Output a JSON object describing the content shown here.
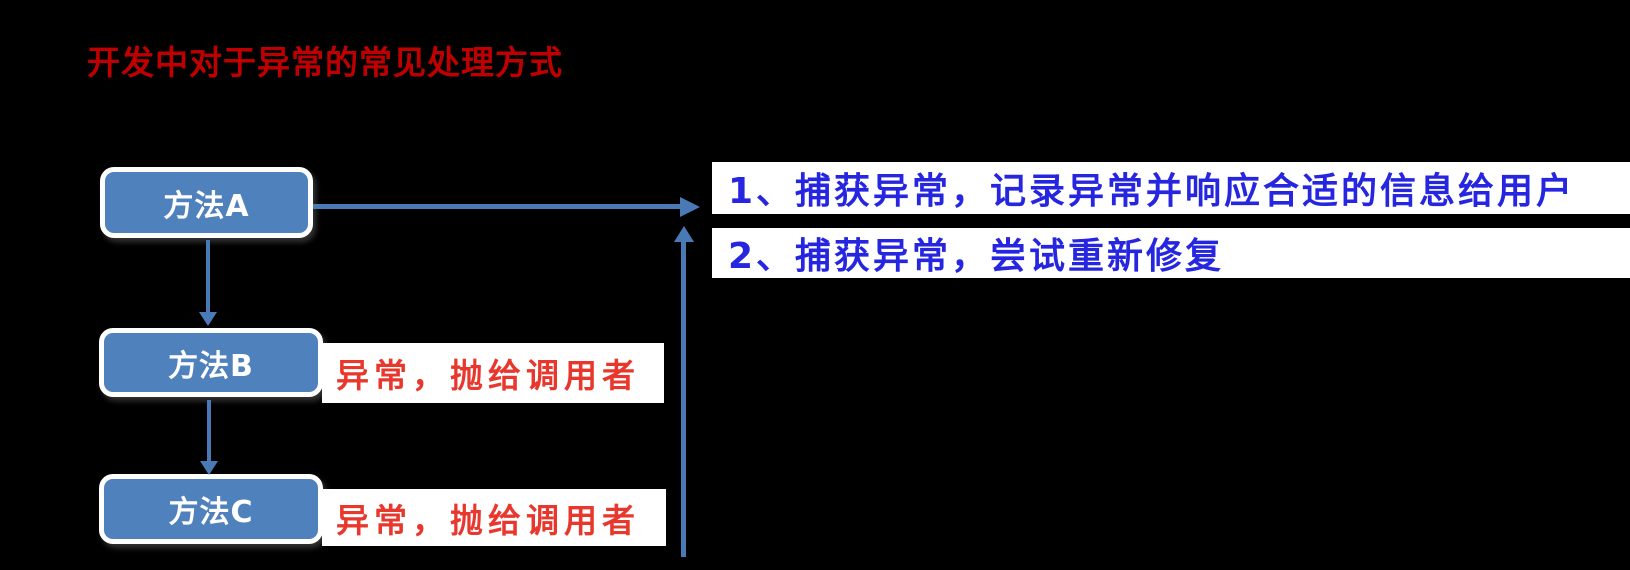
{
  "title": {
    "text": "开发中对于异常的常见处理方式",
    "color": "#c00000"
  },
  "flow": {
    "nodes": [
      {
        "id": "method-a",
        "label": "方法A"
      },
      {
        "id": "method-b",
        "label": "方法B"
      },
      {
        "id": "method-c",
        "label": "方法C"
      }
    ],
    "node_fill": "#4f81bd",
    "node_border": "#ffffff",
    "node_text_color": "#ffffff",
    "connector_color": "#4a7ab5",
    "throw_annotations": [
      {
        "attached_to": "方法B",
        "text": "异常，抛给调用者"
      },
      {
        "attached_to": "方法C",
        "text": "异常，抛给调用者"
      }
    ],
    "annotation_color": "#e8382d",
    "annotation_background": "#ffffff"
  },
  "handling_notes": {
    "items": [
      {
        "text": "1、捕获异常，记录异常并响应合适的信息给用户"
      },
      {
        "text": "2、捕获异常，尝试重新修复"
      }
    ],
    "text_color": "#2626e0",
    "background": "#ffffff"
  },
  "page_background": "#000000"
}
